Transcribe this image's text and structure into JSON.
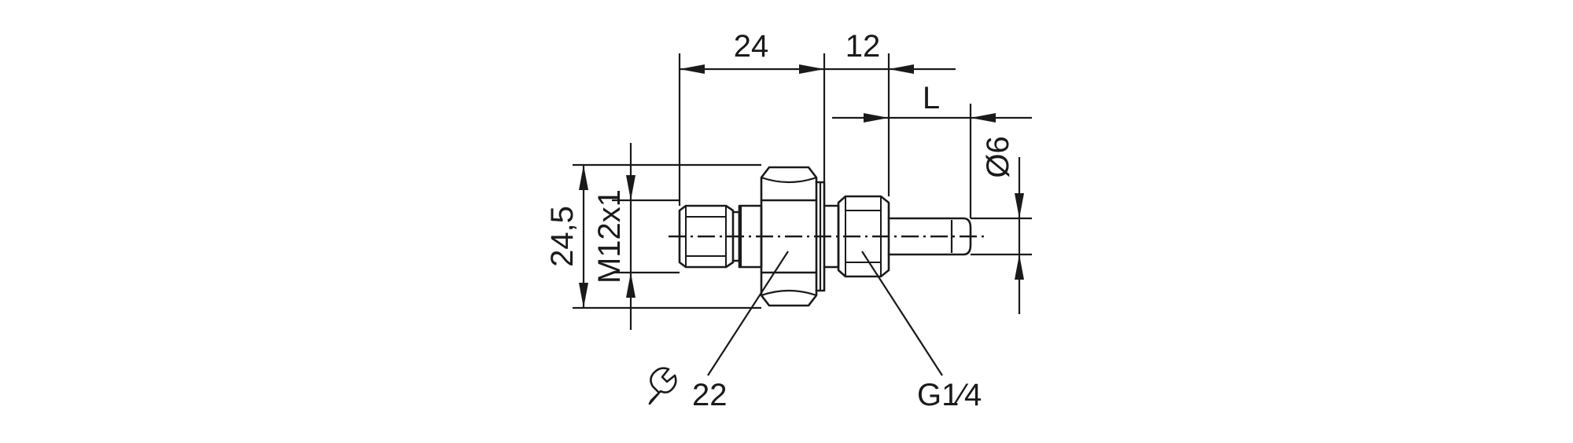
{
  "drawing": {
    "dimensions": {
      "length_a": "24",
      "length_b": "12",
      "length_probe": "L",
      "probe_diameter": "Ø6",
      "overall_diameter": "24,5",
      "connector_thread": "M12x1",
      "wrench_size": "22",
      "process_thread": "G1⁄4"
    },
    "icons": {
      "wrench": "wrench-icon"
    }
  }
}
